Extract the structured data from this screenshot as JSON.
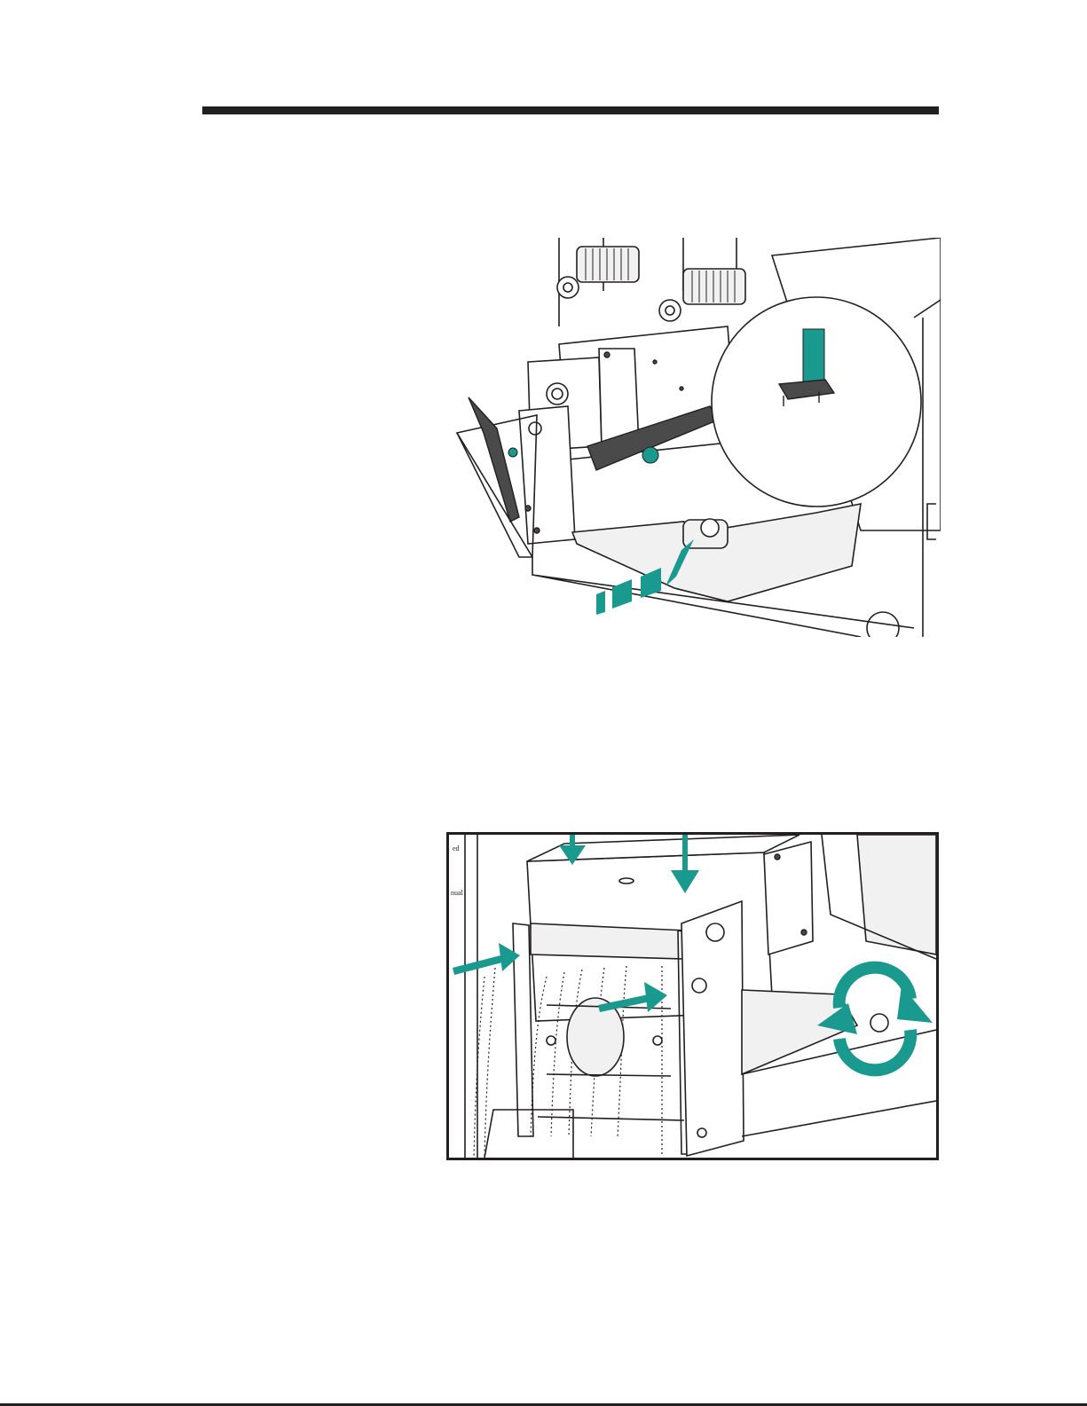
{
  "colors": {
    "ink": "#231f20",
    "accent_teal": "#1a9a8f",
    "paper": "#ffffff",
    "media_grey": "#f1f1f1"
  },
  "figures": [
    {
      "name": "printhead-and-ribbon-spindles-illustration",
      "icons": [
        "supply-roll",
        "media-guide",
        "printhead-latch",
        "dashed-motion-arrow"
      ]
    },
    {
      "name": "cutter-module-installation-illustration",
      "icons": [
        "press-down-arrow",
        "insert-arrow",
        "rotate-circular-arrow"
      ]
    }
  ],
  "side_labels": [
    "ed",
    "nual"
  ]
}
